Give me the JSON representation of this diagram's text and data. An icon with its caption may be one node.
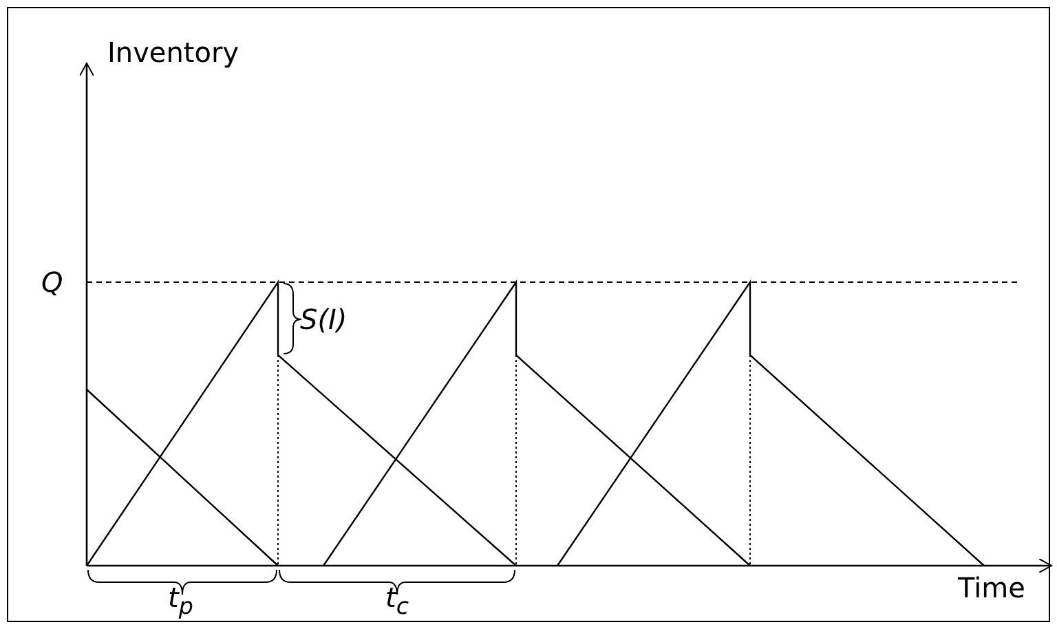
{
  "diagram": {
    "labels": [
      "Inventory",
      "Q",
      "S(I)",
      "t$_{p}$",
      "t$_{c}$",
      "Time"
    ]
  }
}
